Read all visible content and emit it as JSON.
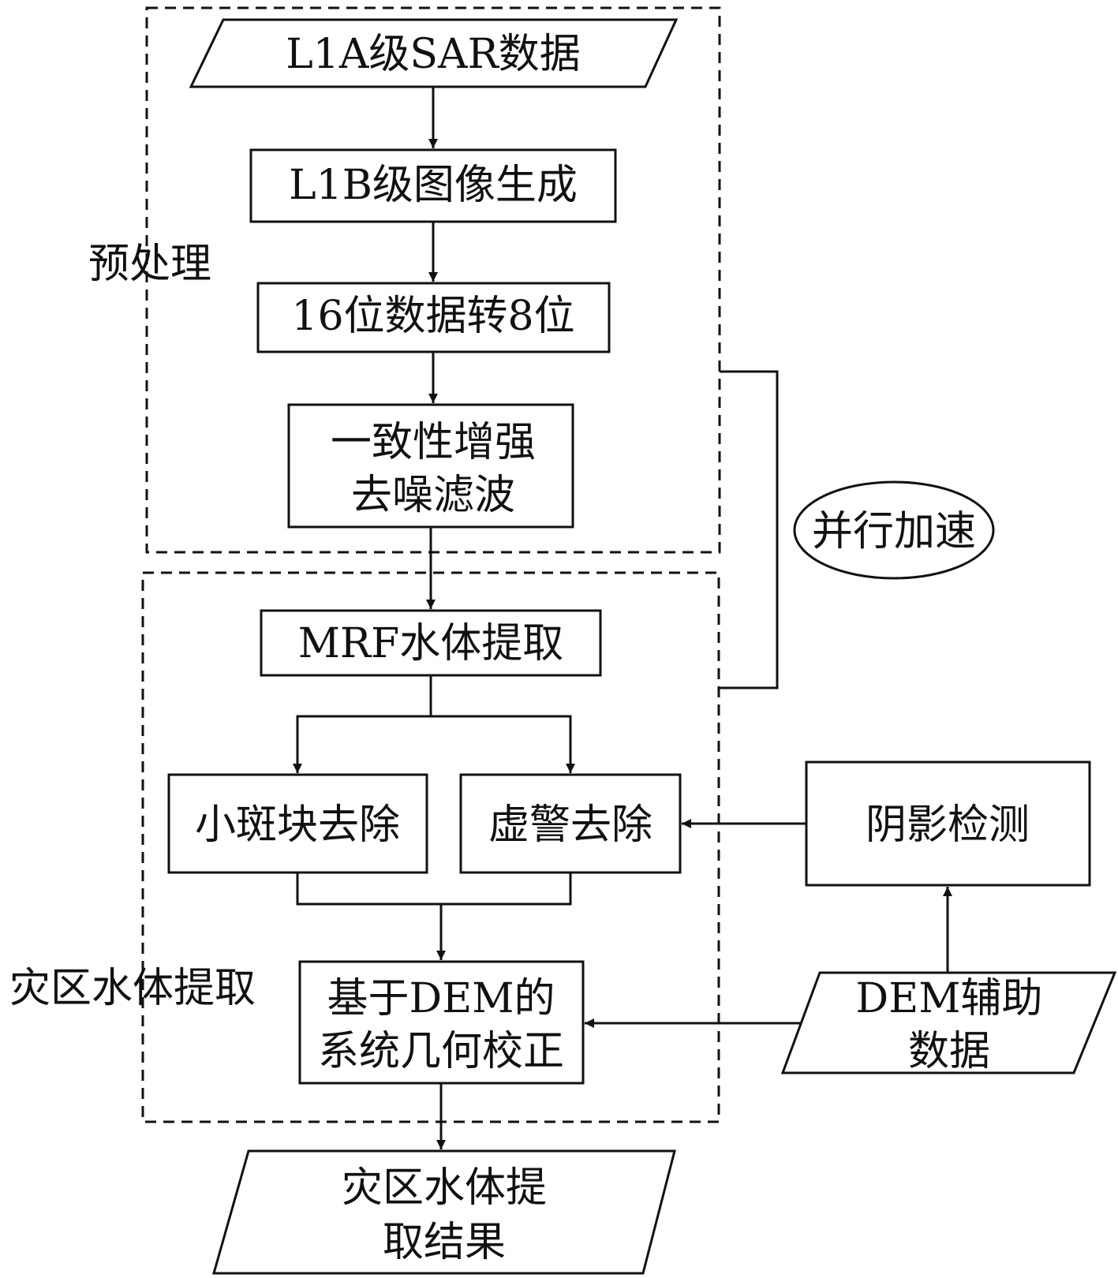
{
  "diagram": {
    "group_preprocess": "预处理",
    "group_extraction": "灾区水体提取",
    "input_l1a": "L1A级SAR数据",
    "step_l1b": "L1B级图像生成",
    "step_16to8": "16位数据转8位",
    "step_enhance": [
      "一致性增强",
      "去噪滤波"
    ],
    "step_mrf": "MRF水体提取",
    "step_small_patch": "小斑块去除",
    "step_false_alarm": "虚警去除",
    "step_shadow": "阴影检测",
    "step_geo_correct": [
      "基于DEM的",
      "系统几何校正"
    ],
    "input_dem": [
      "DEM辅助",
      "数据"
    ],
    "output_result": [
      "灾区水体提",
      "取结果"
    ],
    "parallel_label": "并行加速"
  }
}
